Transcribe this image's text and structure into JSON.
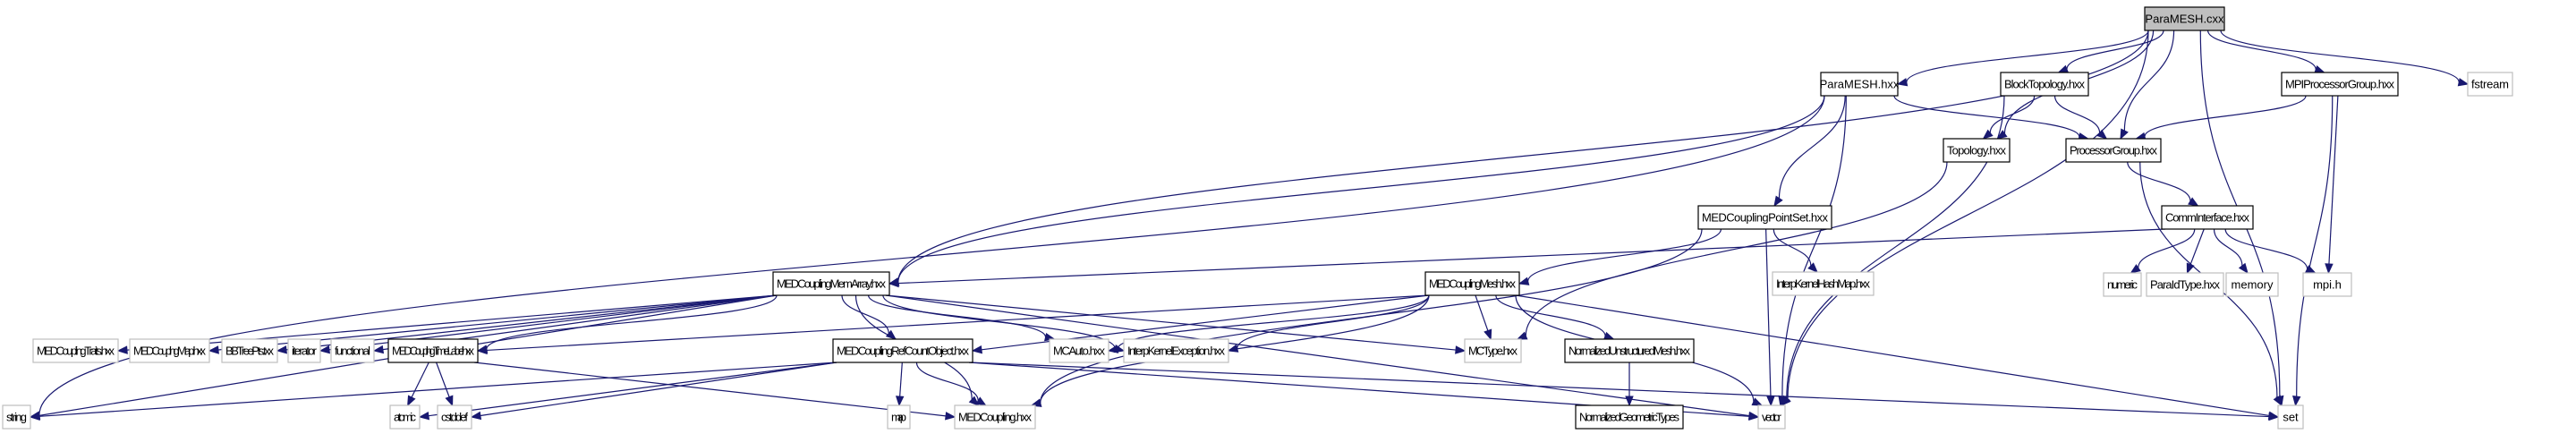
{
  "title": "ParaMESH.cxx include dependency graph",
  "colors": {
    "edge": "#191970",
    "root_fill": "#bfbfbf",
    "internal_border": "#000000",
    "external_border": "#bfbfbf"
  },
  "nodes": [
    {
      "id": "paramesh_cxx",
      "label": "ParaMESH.cxx",
      "kind": "root"
    },
    {
      "id": "paramesh_hxx",
      "label": "ParaMESH.hxx",
      "kind": "internal"
    },
    {
      "id": "blocktopology",
      "label": "BlockTopology.hxx",
      "kind": "internal"
    },
    {
      "id": "mpiprocessorgroup",
      "label": "MPIProcessorGroup.hxx",
      "kind": "internal"
    },
    {
      "id": "fstream",
      "label": "fstream",
      "kind": "external"
    },
    {
      "id": "topology",
      "label": "Topology.hxx",
      "kind": "internal"
    },
    {
      "id": "processorgroup",
      "label": "ProcessorGroup.hxx",
      "kind": "internal"
    },
    {
      "id": "pointset",
      "label": "MEDCouplingPointSet.hxx",
      "kind": "internal"
    },
    {
      "id": "comminterface",
      "label": "CommInterface.hxx",
      "kind": "internal"
    },
    {
      "id": "memarray",
      "label": "MEDCouplingMemArray.hxx",
      "kind": "internal"
    },
    {
      "id": "mesh",
      "label": "MEDCouplingMesh.hxx",
      "kind": "internal"
    },
    {
      "id": "hashmap",
      "label": "InterpKernelHashMap.hxx",
      "kind": "external"
    },
    {
      "id": "numeric",
      "label": "numeric",
      "kind": "external"
    },
    {
      "id": "paraidtype",
      "label": "ParaIdType.hxx",
      "kind": "external"
    },
    {
      "id": "memory",
      "label": "memory",
      "kind": "external"
    },
    {
      "id": "mpi_h",
      "label": "mpi.h",
      "kind": "external"
    },
    {
      "id": "traits",
      "label": "MEDCouplingTraits.hxx",
      "kind": "external"
    },
    {
      "id": "map_hxx",
      "label": "MEDCouplingMap.hxx",
      "kind": "external"
    },
    {
      "id": "bbtreepts",
      "label": "BBTreePts.txx",
      "kind": "external"
    },
    {
      "id": "iterator",
      "label": "iterator",
      "kind": "external"
    },
    {
      "id": "functional",
      "label": "functional",
      "kind": "external"
    },
    {
      "id": "timelabel",
      "label": "MEDCouplingTimeLabel.hxx",
      "kind": "internal"
    },
    {
      "id": "refcount",
      "label": "MEDCouplingRefCountObject.hxx",
      "kind": "internal"
    },
    {
      "id": "mcauto",
      "label": "MCAuto.hxx",
      "kind": "external"
    },
    {
      "id": "ikexception",
      "label": "InterpKernelException.hxx",
      "kind": "external"
    },
    {
      "id": "mctype",
      "label": "MCType.hxx",
      "kind": "external"
    },
    {
      "id": "normunstruct",
      "label": "NormalizedUnstructuredMesh.hxx",
      "kind": "internal"
    },
    {
      "id": "string",
      "label": "string",
      "kind": "external"
    },
    {
      "id": "atomic",
      "label": "atomic",
      "kind": "external"
    },
    {
      "id": "cstddef",
      "label": "cstddef",
      "kind": "external"
    },
    {
      "id": "map",
      "label": "map",
      "kind": "external"
    },
    {
      "id": "medcoupling",
      "label": "MEDCoupling.hxx",
      "kind": "external"
    },
    {
      "id": "normgeom",
      "label": "NormalizedGeometricTypes",
      "kind": "internal"
    },
    {
      "id": "vector",
      "label": "vector",
      "kind": "external"
    },
    {
      "id": "set",
      "label": "set",
      "kind": "external"
    }
  ],
  "edges": [
    [
      "paramesh_cxx",
      "paramesh_hxx"
    ],
    [
      "paramesh_cxx",
      "blocktopology"
    ],
    [
      "paramesh_cxx",
      "mpiprocessorgroup"
    ],
    [
      "paramesh_cxx",
      "fstream"
    ],
    [
      "paramesh_cxx",
      "topology"
    ],
    [
      "paramesh_cxx",
      "processorgroup"
    ],
    [
      "paramesh_cxx",
      "memarray"
    ],
    [
      "paramesh_cxx",
      "vector"
    ],
    [
      "paramesh_cxx",
      "set"
    ],
    [
      "paramesh_hxx",
      "processorgroup"
    ],
    [
      "paramesh_hxx",
      "pointset"
    ],
    [
      "paramesh_hxx",
      "memarray"
    ],
    [
      "paramesh_hxx",
      "string"
    ],
    [
      "paramesh_hxx",
      "vector"
    ],
    [
      "blocktopology",
      "topology"
    ],
    [
      "blocktopology",
      "processorgroup"
    ],
    [
      "blocktopology",
      "vector"
    ],
    [
      "mpiprocessorgroup",
      "processorgroup"
    ],
    [
      "mpiprocessorgroup",
      "mpi_h"
    ],
    [
      "mpiprocessorgroup",
      "set"
    ],
    [
      "topology",
      "mctype"
    ],
    [
      "processorgroup",
      "comminterface"
    ],
    [
      "processorgroup",
      "set"
    ],
    [
      "pointset",
      "mesh"
    ],
    [
      "pointset",
      "hashmap"
    ],
    [
      "pointset",
      "vector"
    ],
    [
      "pointset",
      "medcoupling"
    ],
    [
      "comminterface",
      "memarray"
    ],
    [
      "comminterface",
      "numeric"
    ],
    [
      "comminterface",
      "paraidtype"
    ],
    [
      "comminterface",
      "memory"
    ],
    [
      "comminterface",
      "mpi_h"
    ],
    [
      "memarray",
      "string"
    ],
    [
      "memarray",
      "traits"
    ],
    [
      "memarray",
      "map_hxx"
    ],
    [
      "memarray",
      "bbtreepts"
    ],
    [
      "memarray",
      "iterator"
    ],
    [
      "memarray",
      "functional"
    ],
    [
      "memarray",
      "timelabel"
    ],
    [
      "memarray",
      "refcount"
    ],
    [
      "memarray",
      "mcauto"
    ],
    [
      "memarray",
      "ikexception"
    ],
    [
      "memarray",
      "mctype"
    ],
    [
      "memarray",
      "medcoupling"
    ],
    [
      "memarray",
      "vector"
    ],
    [
      "mesh",
      "timelabel"
    ],
    [
      "mesh",
      "refcount"
    ],
    [
      "mesh",
      "mcauto"
    ],
    [
      "mesh",
      "ikexception"
    ],
    [
      "mesh",
      "mctype"
    ],
    [
      "mesh",
      "normunstruct"
    ],
    [
      "mesh",
      "medcoupling"
    ],
    [
      "mesh",
      "vector"
    ],
    [
      "mesh",
      "set"
    ],
    [
      "timelabel",
      "atomic"
    ],
    [
      "timelabel",
      "cstddef"
    ],
    [
      "timelabel",
      "medcoupling"
    ],
    [
      "refcount",
      "string"
    ],
    [
      "refcount",
      "atomic"
    ],
    [
      "refcount",
      "cstddef"
    ],
    [
      "refcount",
      "map"
    ],
    [
      "refcount",
      "medcoupling"
    ],
    [
      "refcount",
      "vector"
    ],
    [
      "refcount",
      "set"
    ],
    [
      "normunstruct",
      "normgeom"
    ]
  ]
}
